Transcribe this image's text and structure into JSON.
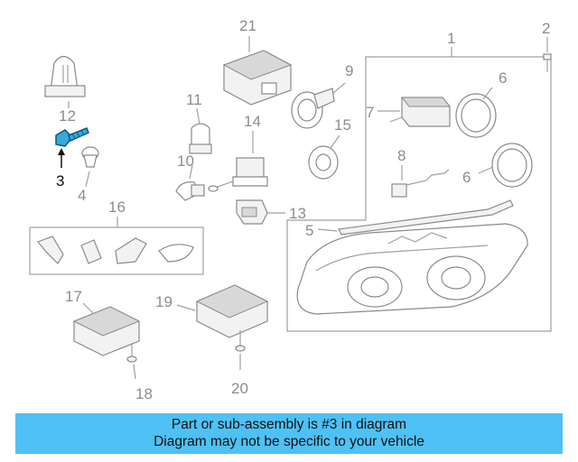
{
  "callouts": {
    "c1": "1",
    "c2": "2",
    "c3": "3",
    "c4": "4",
    "c5": "5",
    "c6a": "6",
    "c6b": "6",
    "c7": "7",
    "c8": "8",
    "c9": "9",
    "c10": "10",
    "c11": "11",
    "c12": "12",
    "c13": "13",
    "c14": "14",
    "c15": "15",
    "c16": "16",
    "c17": "17",
    "c18": "18",
    "c19": "19",
    "c20": "20",
    "c21": "21"
  },
  "highlight": {
    "part": "3",
    "color": "#3aa8d8"
  },
  "caption": {
    "line1": "Part or sub-assembly is #3 in diagram",
    "line2": "Diagram may not be specific to your vehicle",
    "background": "#4fc1f5"
  }
}
